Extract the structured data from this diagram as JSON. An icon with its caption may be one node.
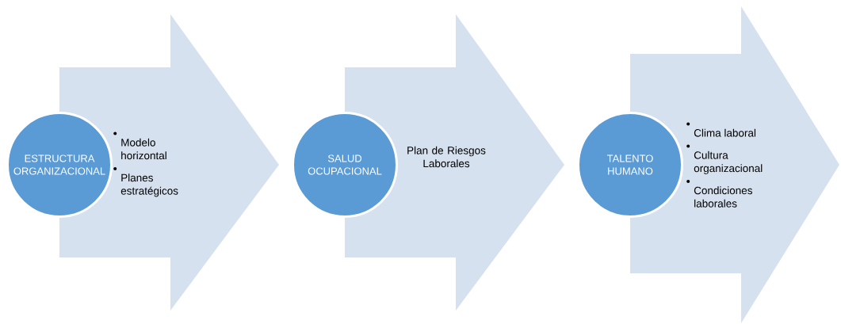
{
  "diagram": {
    "nodes": [
      {
        "text": [
          "ESTRUCTURA ORGANIZACIONAL"
        ]
      },
      {
        "text": [
          "Modelo horizontal",
          "Planes estratégicos"
        ]
      },
      {
        "text": [
          "SALUD OCUPACIONAL"
        ]
      },
      {
        "text": [
          "Plan de Riesgos Laborales"
        ]
      },
      {
        "text": [
          "TALENTO HUMANO"
        ]
      },
      {
        "text": [
          "Clima laboral",
          "Cultura organizacional",
          "Condiciones laborales"
        ]
      }
    ]
  }
}
